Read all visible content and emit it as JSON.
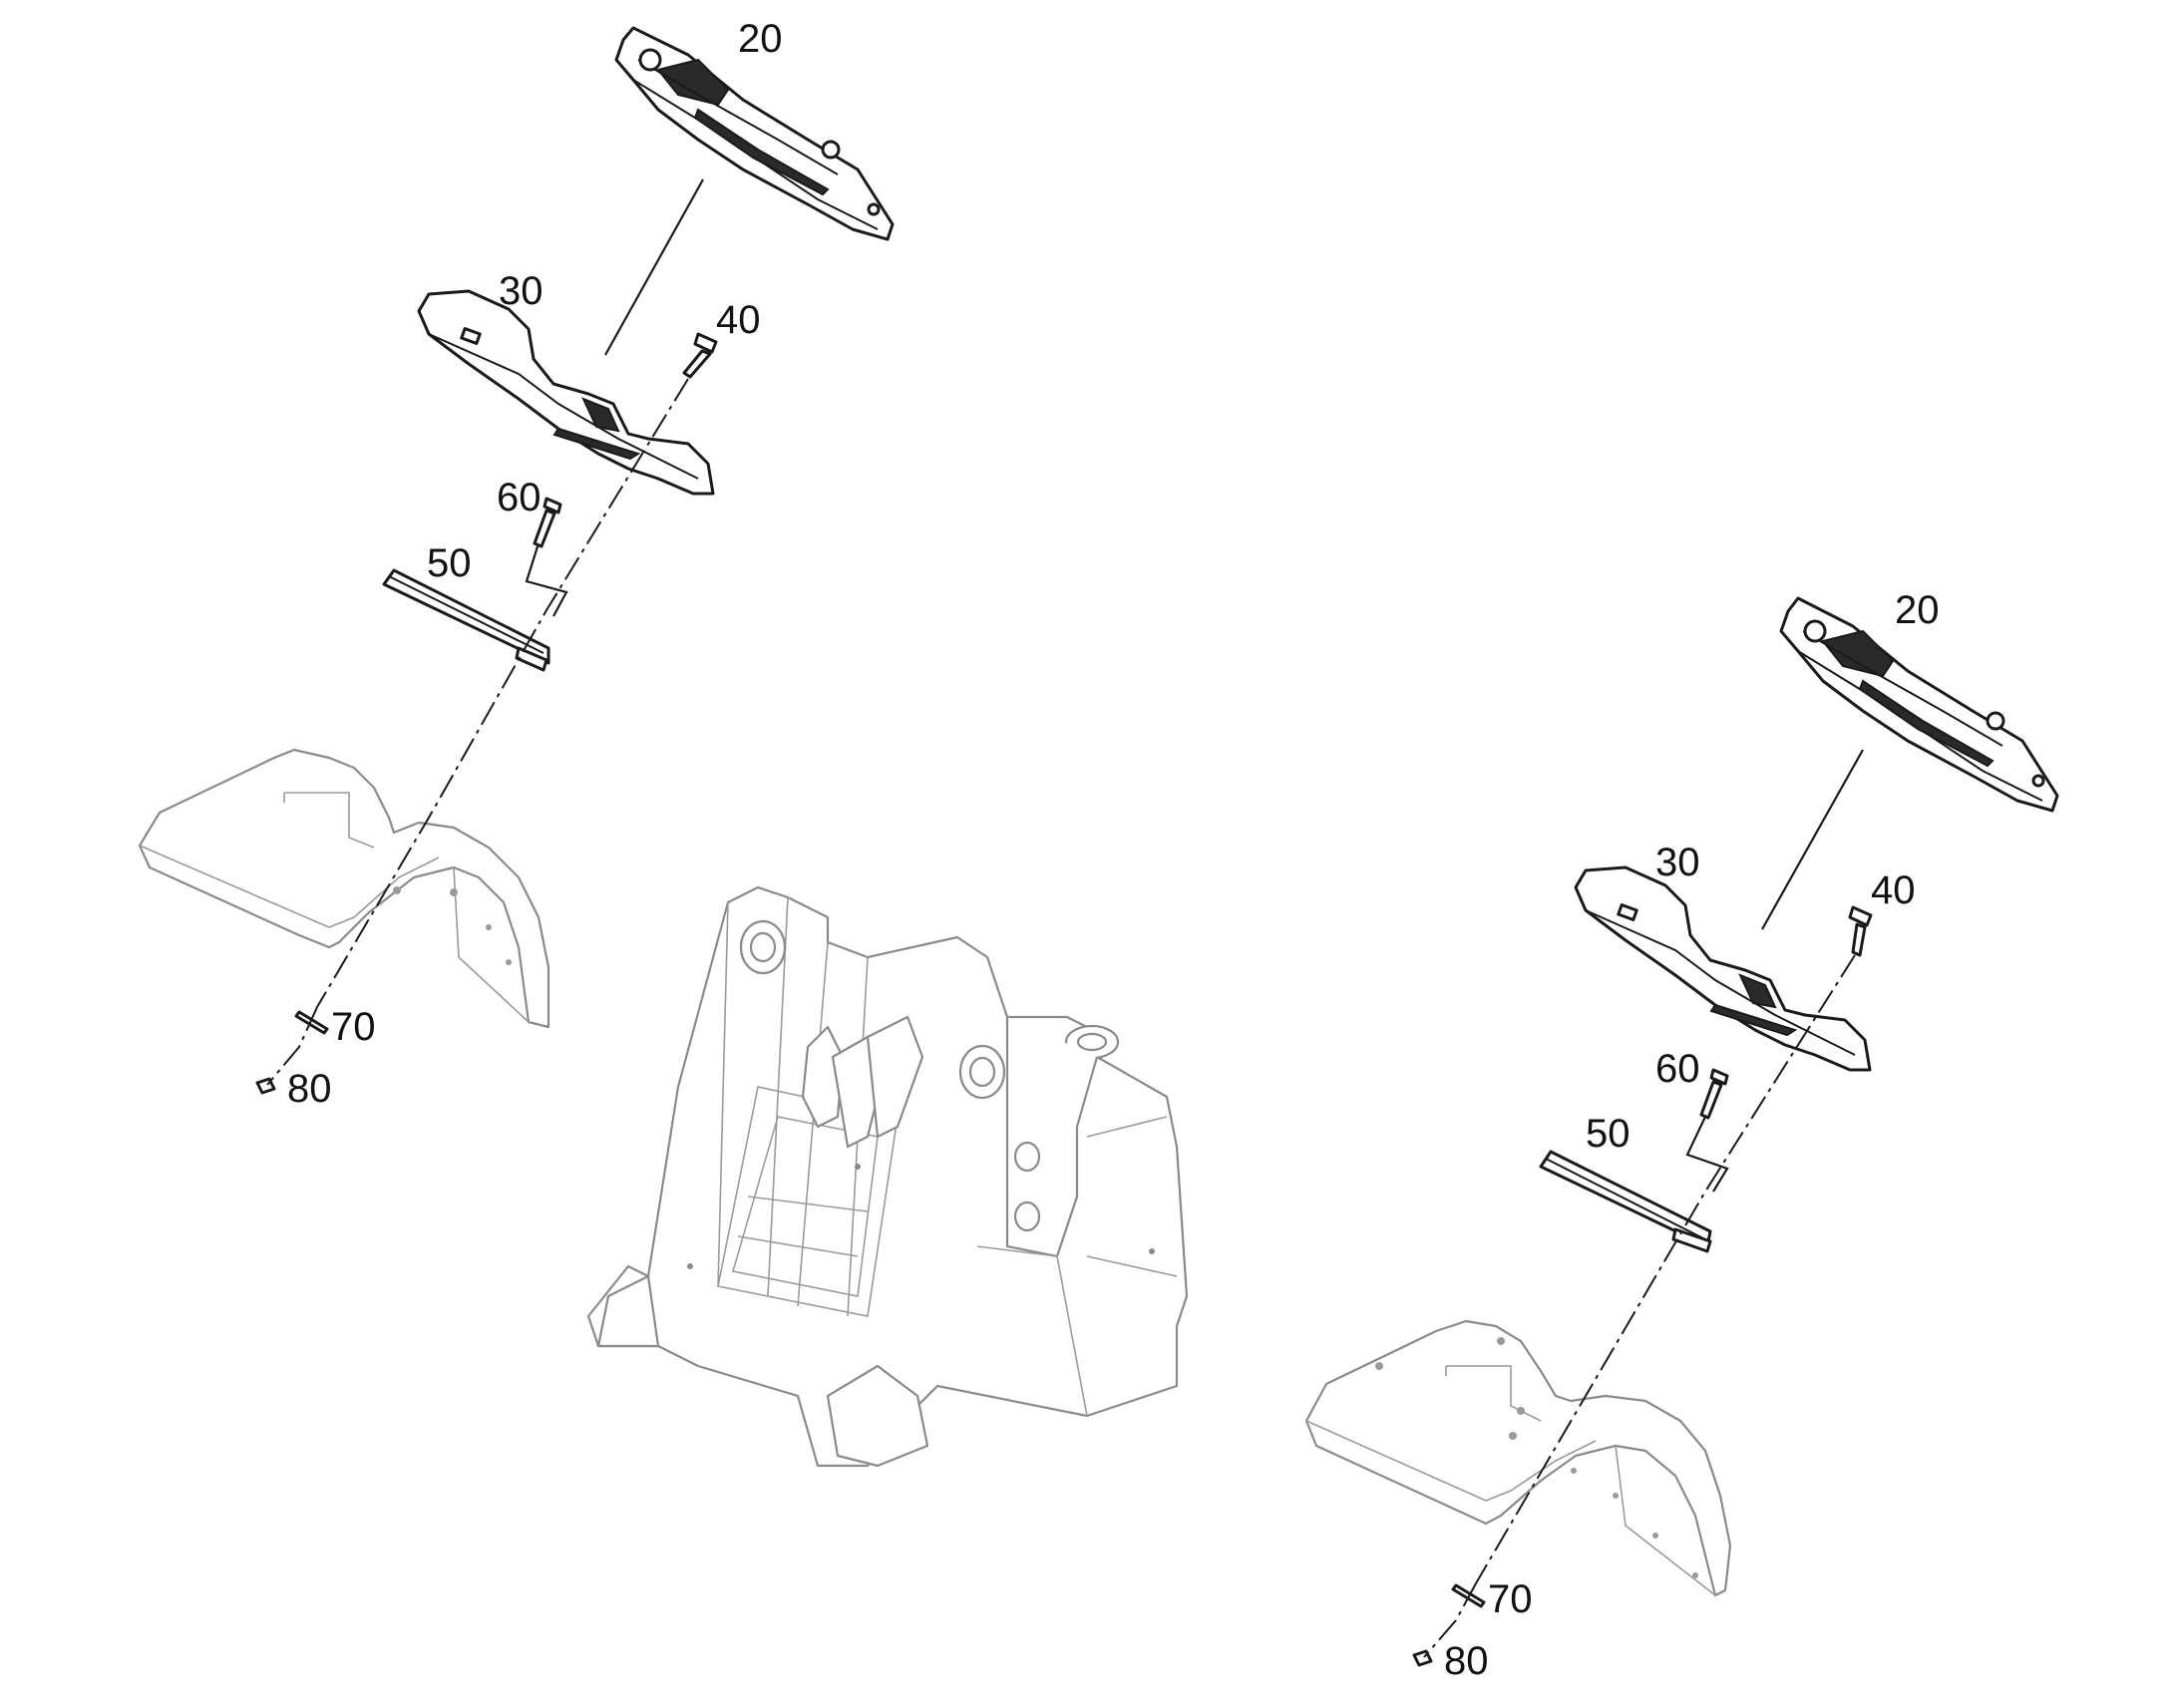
{
  "callouts": {
    "left": {
      "p20": "20",
      "p30": "30",
      "p40": "40",
      "p50": "50",
      "p60": "60",
      "p70": "70",
      "p80": "80"
    },
    "right": {
      "p20": "20",
      "p30": "30",
      "p40": "40",
      "p50": "50",
      "p60": "60",
      "p70": "70",
      "p80": "80"
    }
  },
  "colors": {
    "highlighted_parts": "#1a1a1a",
    "context_parts": "#8a8a8a",
    "background": "#ffffff"
  }
}
